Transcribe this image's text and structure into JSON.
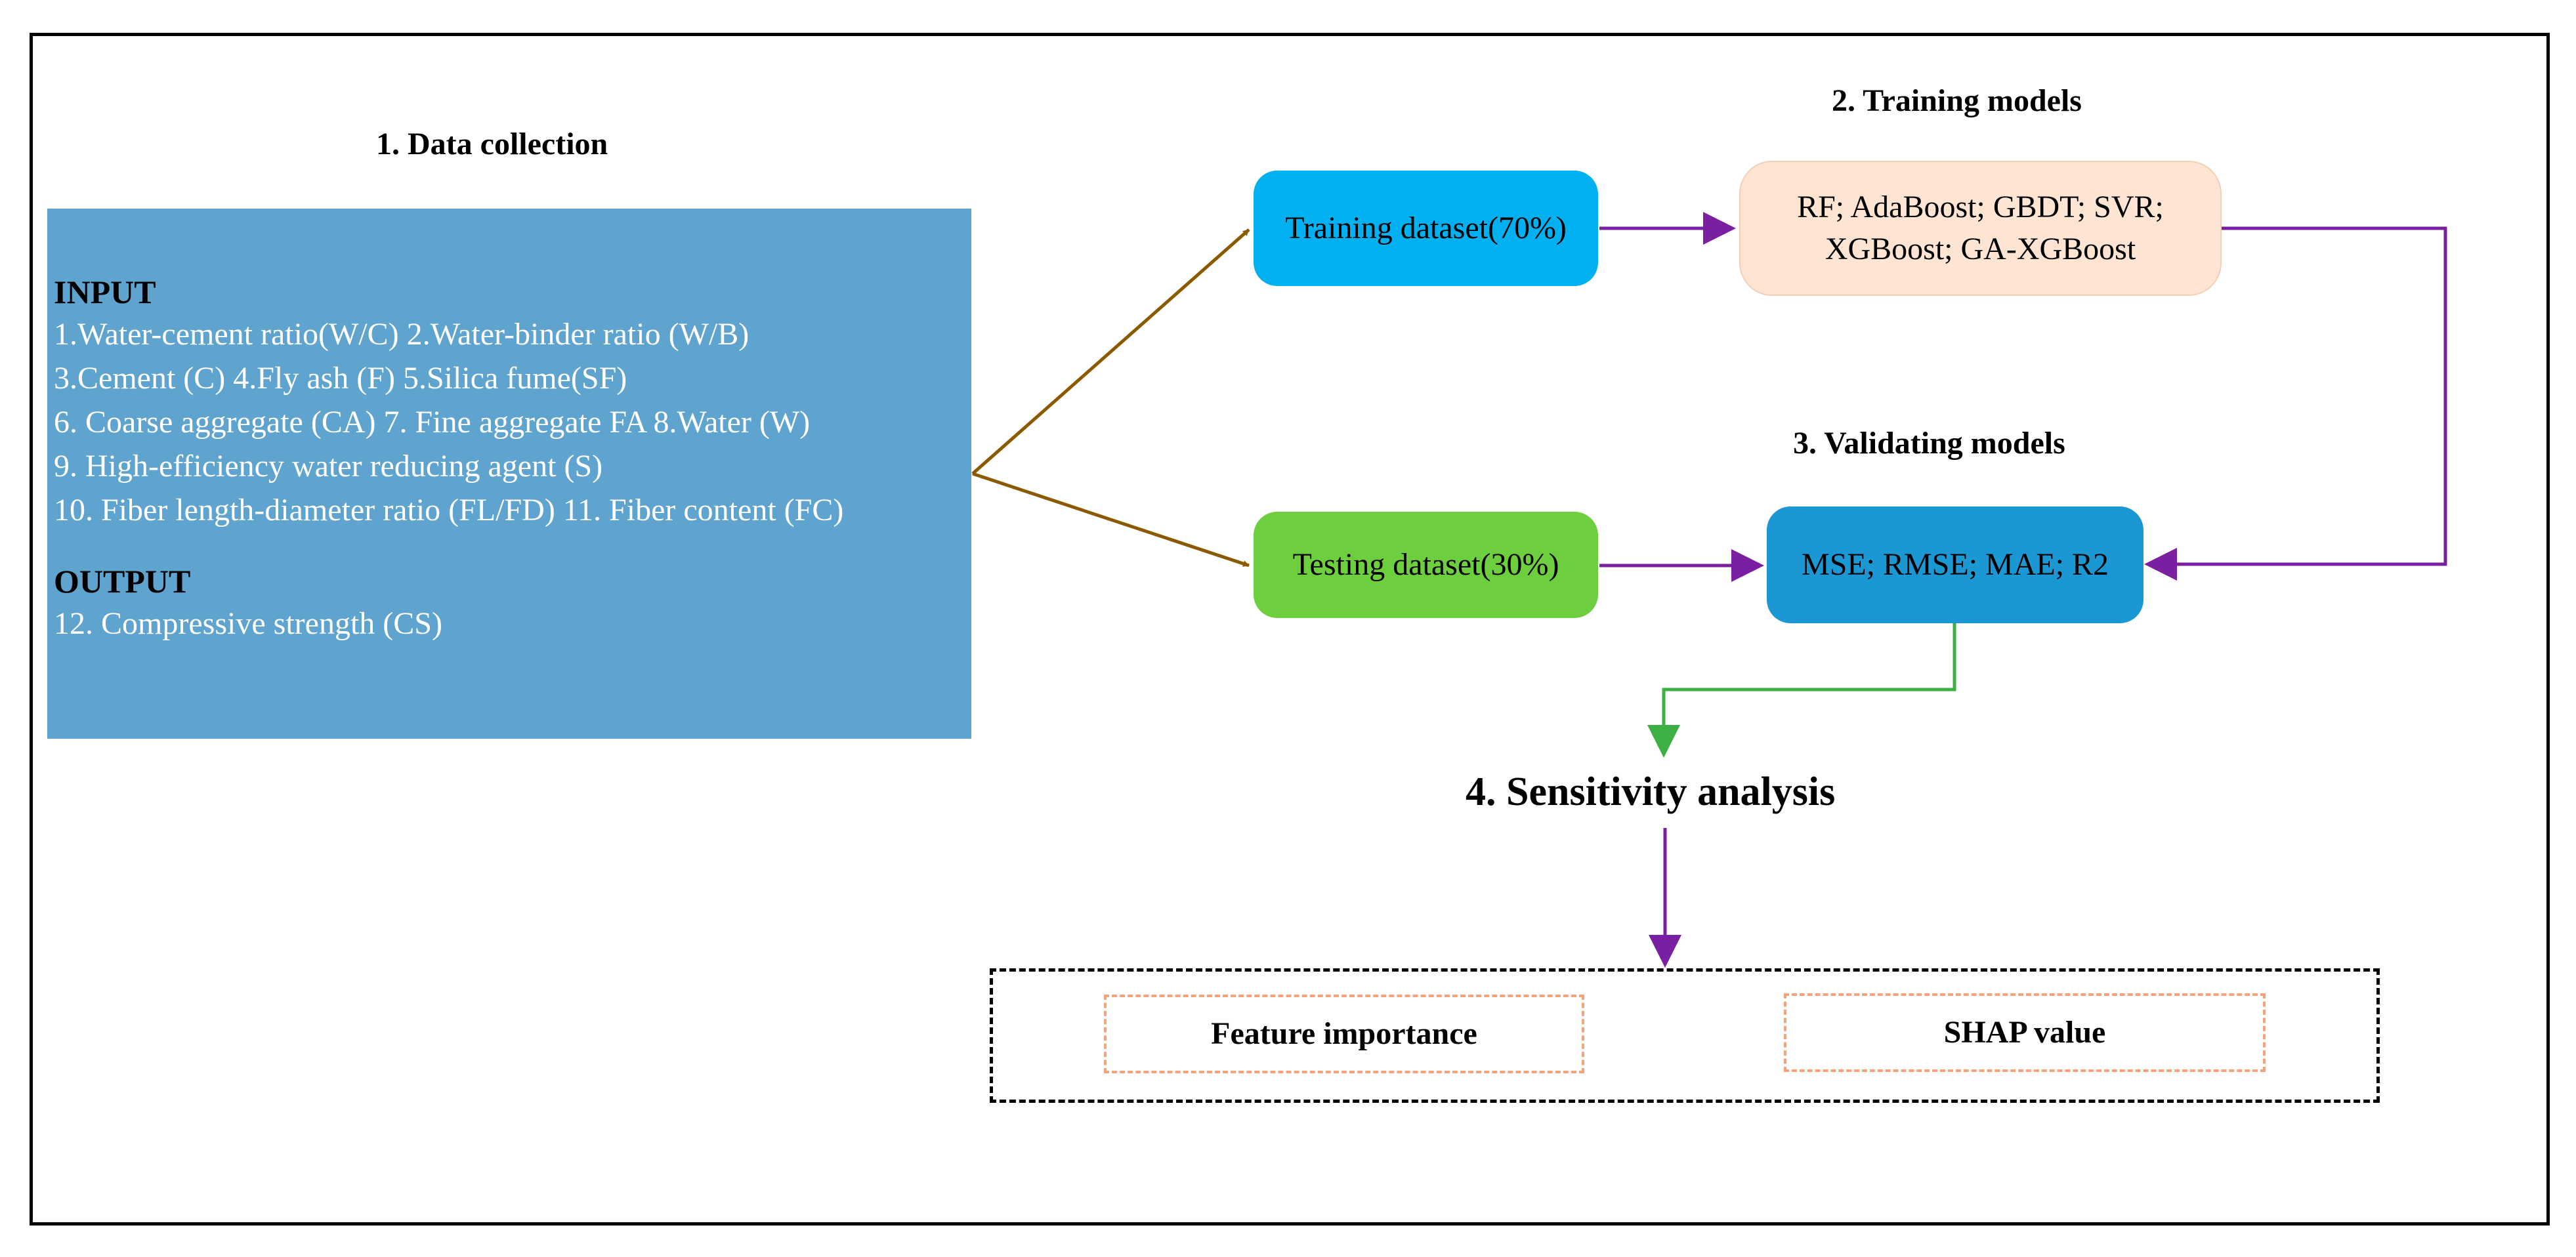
{
  "headings": {
    "data_collection": "1. Data collection",
    "training_models": "2. Training models",
    "validating_models": "3. Validating models",
    "sensitivity_analysis": "4. Sensitivity analysis"
  },
  "input_panel": {
    "input_header": "INPUT",
    "lines": [
      "1.Water-cement ratio(W/C)  2.Water-binder ratio (W/B)",
      "3.Cement (C)  4.Fly ash (F)   5.Silica fume(SF)",
      "6. Coarse aggregate (CA)  7. Fine aggregate FA  8.Water (W)",
      "9. High-efficiency water reducing agent (S)"
    ],
    "line_10": "10. Fiber length-diameter ratio (FL/FD)    11. Fiber content (FC)",
    "output_header": "OUTPUT",
    "output_line": "12. Compressive strength (CS)"
  },
  "boxes": {
    "training_dataset": "Training dataset(70%)",
    "testing_dataset": "Testing dataset(30%)",
    "models_line1": "RF; AdaBoost; GBDT; SVR;",
    "models_line2": "XGBoost; GA-XGBoost",
    "metrics": "MSE; RMSE; MAE; R2",
    "feature_importance": "Feature importance",
    "shap_value": "SHAP value"
  },
  "colors": {
    "input_panel": "#5fa3cf",
    "training_box": "#00b0f0",
    "testing_box": "#6dcf3e",
    "models_box": "#fde4d3",
    "metrics_box": "#1b97d4",
    "brown_arrow": "#8b5a00",
    "purple_arrow": "#7b1fa2",
    "green_arrow": "#3cb043",
    "dashed_orange": "#f4a37a"
  }
}
